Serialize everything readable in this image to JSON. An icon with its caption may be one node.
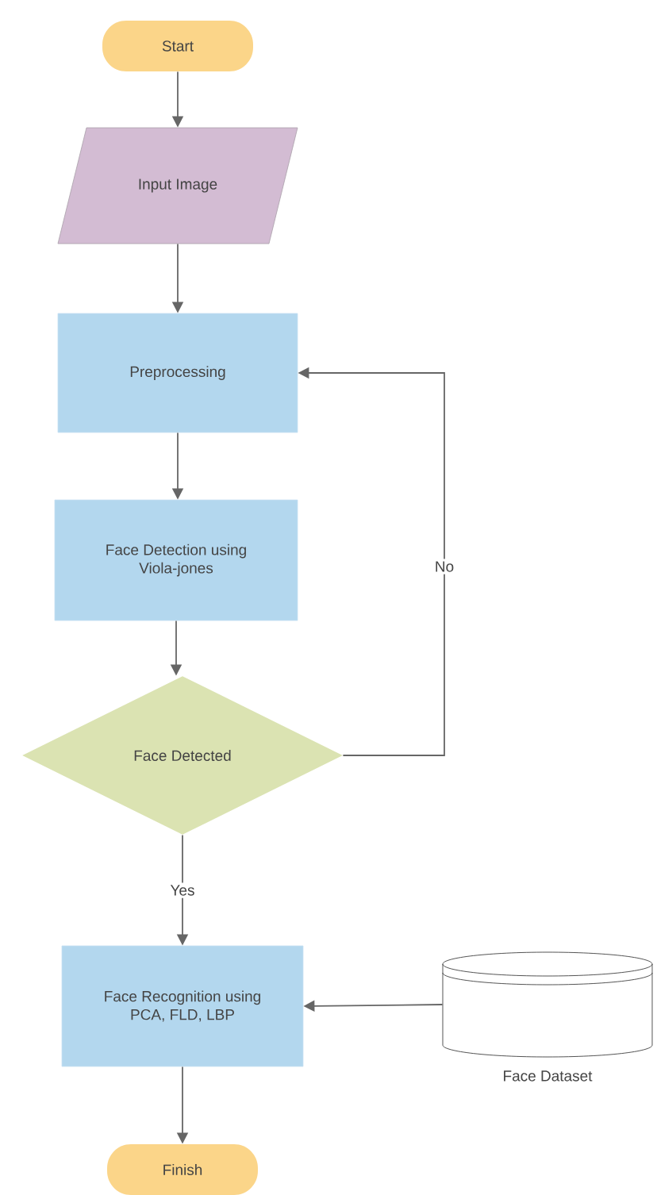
{
  "diagram": {
    "nodes": [
      {
        "text": [
          "Start"
        ]
      },
      {
        "text": [
          "Input Image"
        ]
      },
      {
        "text": [
          "Preprocessing"
        ]
      },
      {
        "text": [
          "Face Detection using Viola-jones"
        ]
      },
      {
        "text": [
          "Face Detected"
        ]
      },
      {
        "text": [
          "Face Recognition using PCA, FLD, LBP"
        ]
      },
      {
        "text": [],
        "shape": "cylinder",
        "beside": [
          "Face Dataset"
        ]
      },
      {
        "text": [
          "Finish"
        ]
      }
    ],
    "edges": [
      {
        "from": 0,
        "to": 1,
        "arrow": "to"
      },
      {
        "from": 1,
        "to": 2,
        "arrow": "to"
      },
      {
        "from": 2,
        "to": 3,
        "arrow": "to"
      },
      {
        "from": 3,
        "to": 4,
        "arrow": "to"
      },
      {
        "from": 4,
        "to": 5,
        "arrow": "to",
        "label": "Yes"
      },
      {
        "from": 4,
        "to": 2,
        "arrow": "to",
        "label": "No"
      },
      {
        "from": 6,
        "to": 5,
        "arrow": "to"
      },
      {
        "from": 5,
        "to": 7,
        "arrow": "to"
      }
    ]
  }
}
